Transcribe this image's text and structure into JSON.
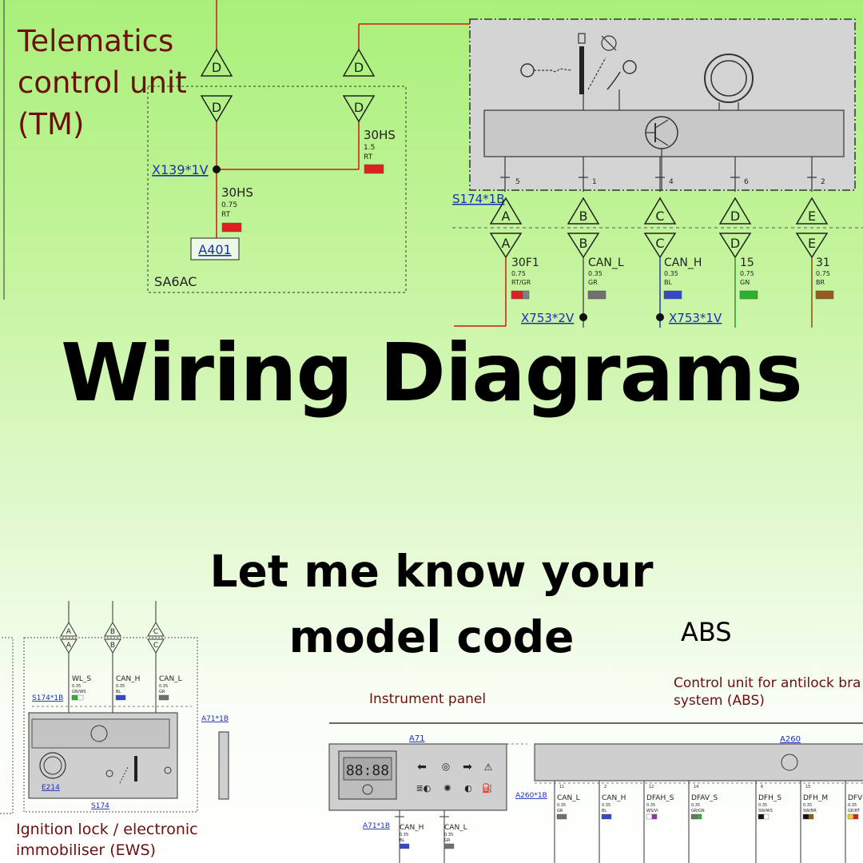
{
  "headline": "Wiring Diagrams",
  "subheadline_line1": "Let me know your",
  "subheadline_line2": "model code",
  "abs_label": "ABS",
  "top_left": {
    "title_lines": [
      "Telematics",
      "control unit",
      "(TM)"
    ],
    "connector_letters": [
      "D",
      "D",
      "D",
      "D"
    ],
    "pin_x139": "X139*1V",
    "wire_left": {
      "name": "30HS",
      "size": "0.75",
      "color": "RT"
    },
    "wire_right": {
      "name": "30HS",
      "size": "1.5",
      "color": "RT"
    },
    "component": "A401",
    "option_label": "SA6AC"
  },
  "top_right": {
    "connector": "S174*1B",
    "pins": [
      {
        "num": "5",
        "letter": "A",
        "name": "30F1",
        "size": "0.75",
        "color": "RT/GR",
        "swatch": "#e02020",
        "swatch2": "#808080"
      },
      {
        "num": "1",
        "letter": "B",
        "name": "CAN_L",
        "size": "0.35",
        "color": "GR",
        "swatch": "#707070"
      },
      {
        "num": "4",
        "letter": "C",
        "name": "CAN_H",
        "size": "0.35",
        "color": "BL",
        "swatch": "#3548c8"
      },
      {
        "num": "6",
        "letter": "D",
        "name": "15",
        "size": "0.75",
        "color": "GN",
        "swatch": "#30b030"
      },
      {
        "num": "2",
        "letter": "E",
        "name": "31",
        "size": "0.75",
        "color": "BR",
        "swatch": "#9a5a1a"
      }
    ],
    "splice_left": "X753*2V",
    "splice_right": "X753*1V"
  },
  "bottom_left": {
    "letters": [
      "A",
      "B",
      "C"
    ],
    "connector": "S174*1B",
    "wires": [
      {
        "name": "WL_S",
        "size": "0.35",
        "color": "GN/WS"
      },
      {
        "name": "CAN_H",
        "size": "0.35",
        "color": "BL"
      },
      {
        "name": "CAN_L",
        "size": "0.35",
        "color": "GR"
      }
    ],
    "component": "E214",
    "unit": "S174",
    "side_connector": "A71*1B",
    "caption_lines": [
      "Ignition lock / electronic",
      "immobiliser (EWS)"
    ]
  },
  "bottom_middle": {
    "caption": "Instrument panel",
    "unit": "A71",
    "connector": "A71*1B",
    "display": "88:88",
    "wires": [
      {
        "name": "CAN_H",
        "size": "0.35",
        "color": "BL"
      },
      {
        "name": "CAN_L",
        "size": "0.35",
        "color": "GR"
      }
    ]
  },
  "bottom_right": {
    "caption_lines": [
      "Control unit for antilock bra",
      "system (ABS)"
    ],
    "unit": "A260",
    "connector": "A260*1B",
    "pins": [
      {
        "num": "11",
        "name": "CAN_L",
        "size": "0.35",
        "color": "GR"
      },
      {
        "num": "2",
        "name": "CAN_H",
        "size": "0.35",
        "color": "BL"
      },
      {
        "num": "12",
        "name": "DFAH_S",
        "size": "0.35",
        "color": "WS/VI"
      },
      {
        "num": "14",
        "name": "DFAV_S",
        "size": "0.35",
        "color": "GR/GN"
      },
      {
        "num": "6",
        "name": "DFH_S",
        "size": "0.35",
        "color": "SW/WS"
      },
      {
        "num": "15",
        "name": "DFH_M",
        "size": "0.35",
        "color": "SW/BR"
      },
      {
        "num": "",
        "name": "DFV",
        "size": "0.35",
        "color": "GE/RT"
      }
    ]
  }
}
